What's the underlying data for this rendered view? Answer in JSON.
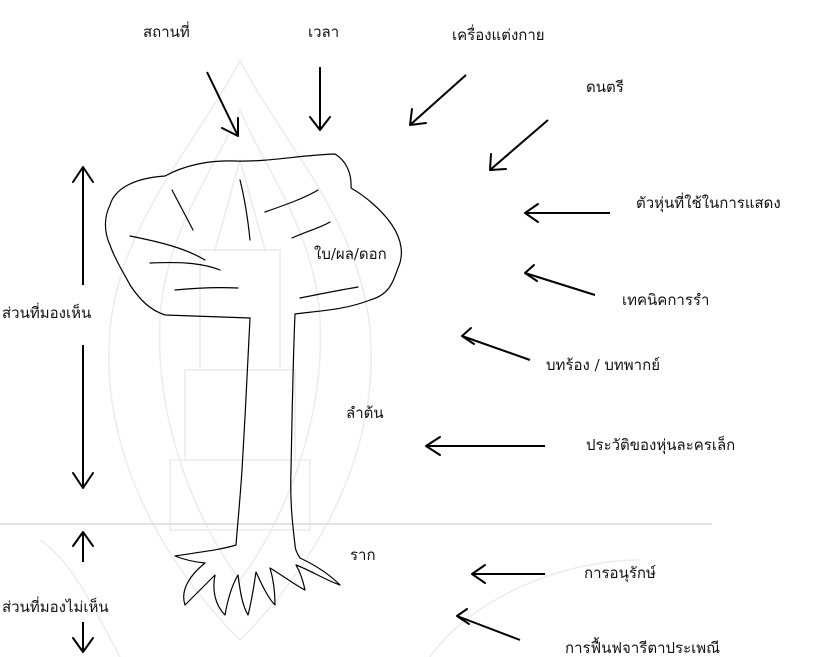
{
  "labels": {
    "place": "สถานที่",
    "time": "เวลา",
    "costume": "เครื่องแต่งกาย",
    "music": "ดนตรี",
    "puppet": "ตัวหุ่นที่ใช้ในการแสดง",
    "leaves": "ใบ/ผล/ดอก",
    "dance_technique": "เทคนิคการรำ",
    "visible_part": "ส่วนที่มองเห็น",
    "lyrics": "บทร้อง / บทพากย์",
    "trunk": "ลำต้น",
    "history": "ประวัติของหุ่นละครเล็ก",
    "roots": "ราก",
    "conservation": "การอนุรักษ์",
    "invisible_part": "ส่วนที่มองไม่เห็น",
    "revival": "การฟื้นฟจารีตาประเพณี"
  },
  "colors": {
    "ink": "#000000",
    "ground_line": "#d9d9d9",
    "watermark": "#ececec"
  }
}
